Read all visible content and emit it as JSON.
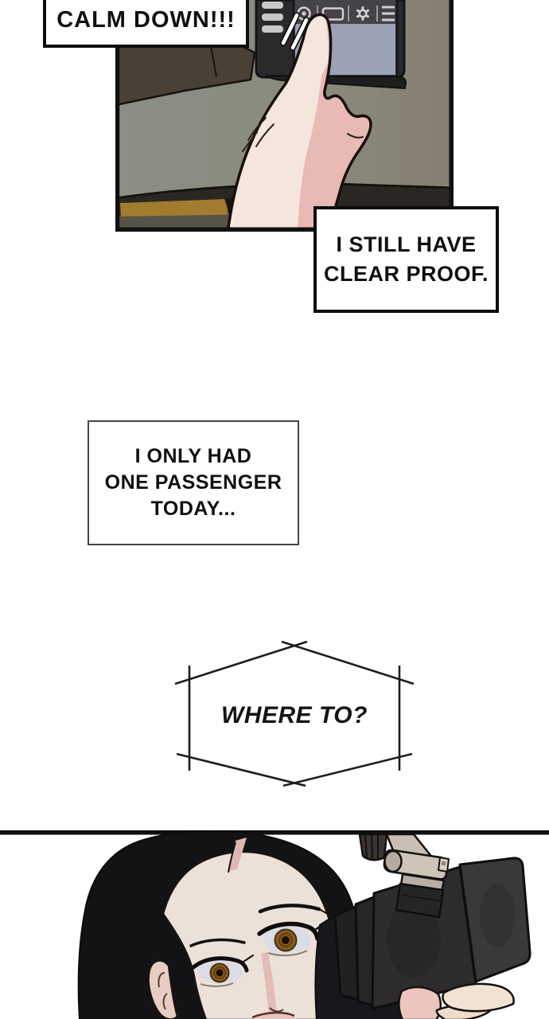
{
  "speech_bubbles": {
    "calm_down": {
      "text": "CALM DOWN!!!"
    },
    "clear_proof": {
      "lines": [
        "I STILL HAVE",
        "CLEAR PROOF."
      ]
    },
    "one_passenger": {
      "lines": [
        "I ONLY HAD",
        "ONE PASSENGER",
        "TODAY..."
      ]
    },
    "where_to": {
      "text": "WHERE TO?"
    }
  },
  "dashcam_toolbar": {
    "icons": [
      "record-icon",
      "display-icon",
      "gear-icon",
      "menu-icon"
    ]
  },
  "colors": {
    "panel_border": "#101010",
    "wall_left": "#8b8f84",
    "wall_right": "#867f6f",
    "headrest": "#494136",
    "dashcam_screen": "#9aa2b4",
    "dashboard_trim": "#a17c2f",
    "skin": "#f4e6dd",
    "skin_shadow": "#e9b9b5",
    "hair": "#131316",
    "iris_brown": "#8a5a1f",
    "device_body": "#2d2b2d",
    "mount_metal": "#c8beb3",
    "clothing": "#18181c"
  }
}
